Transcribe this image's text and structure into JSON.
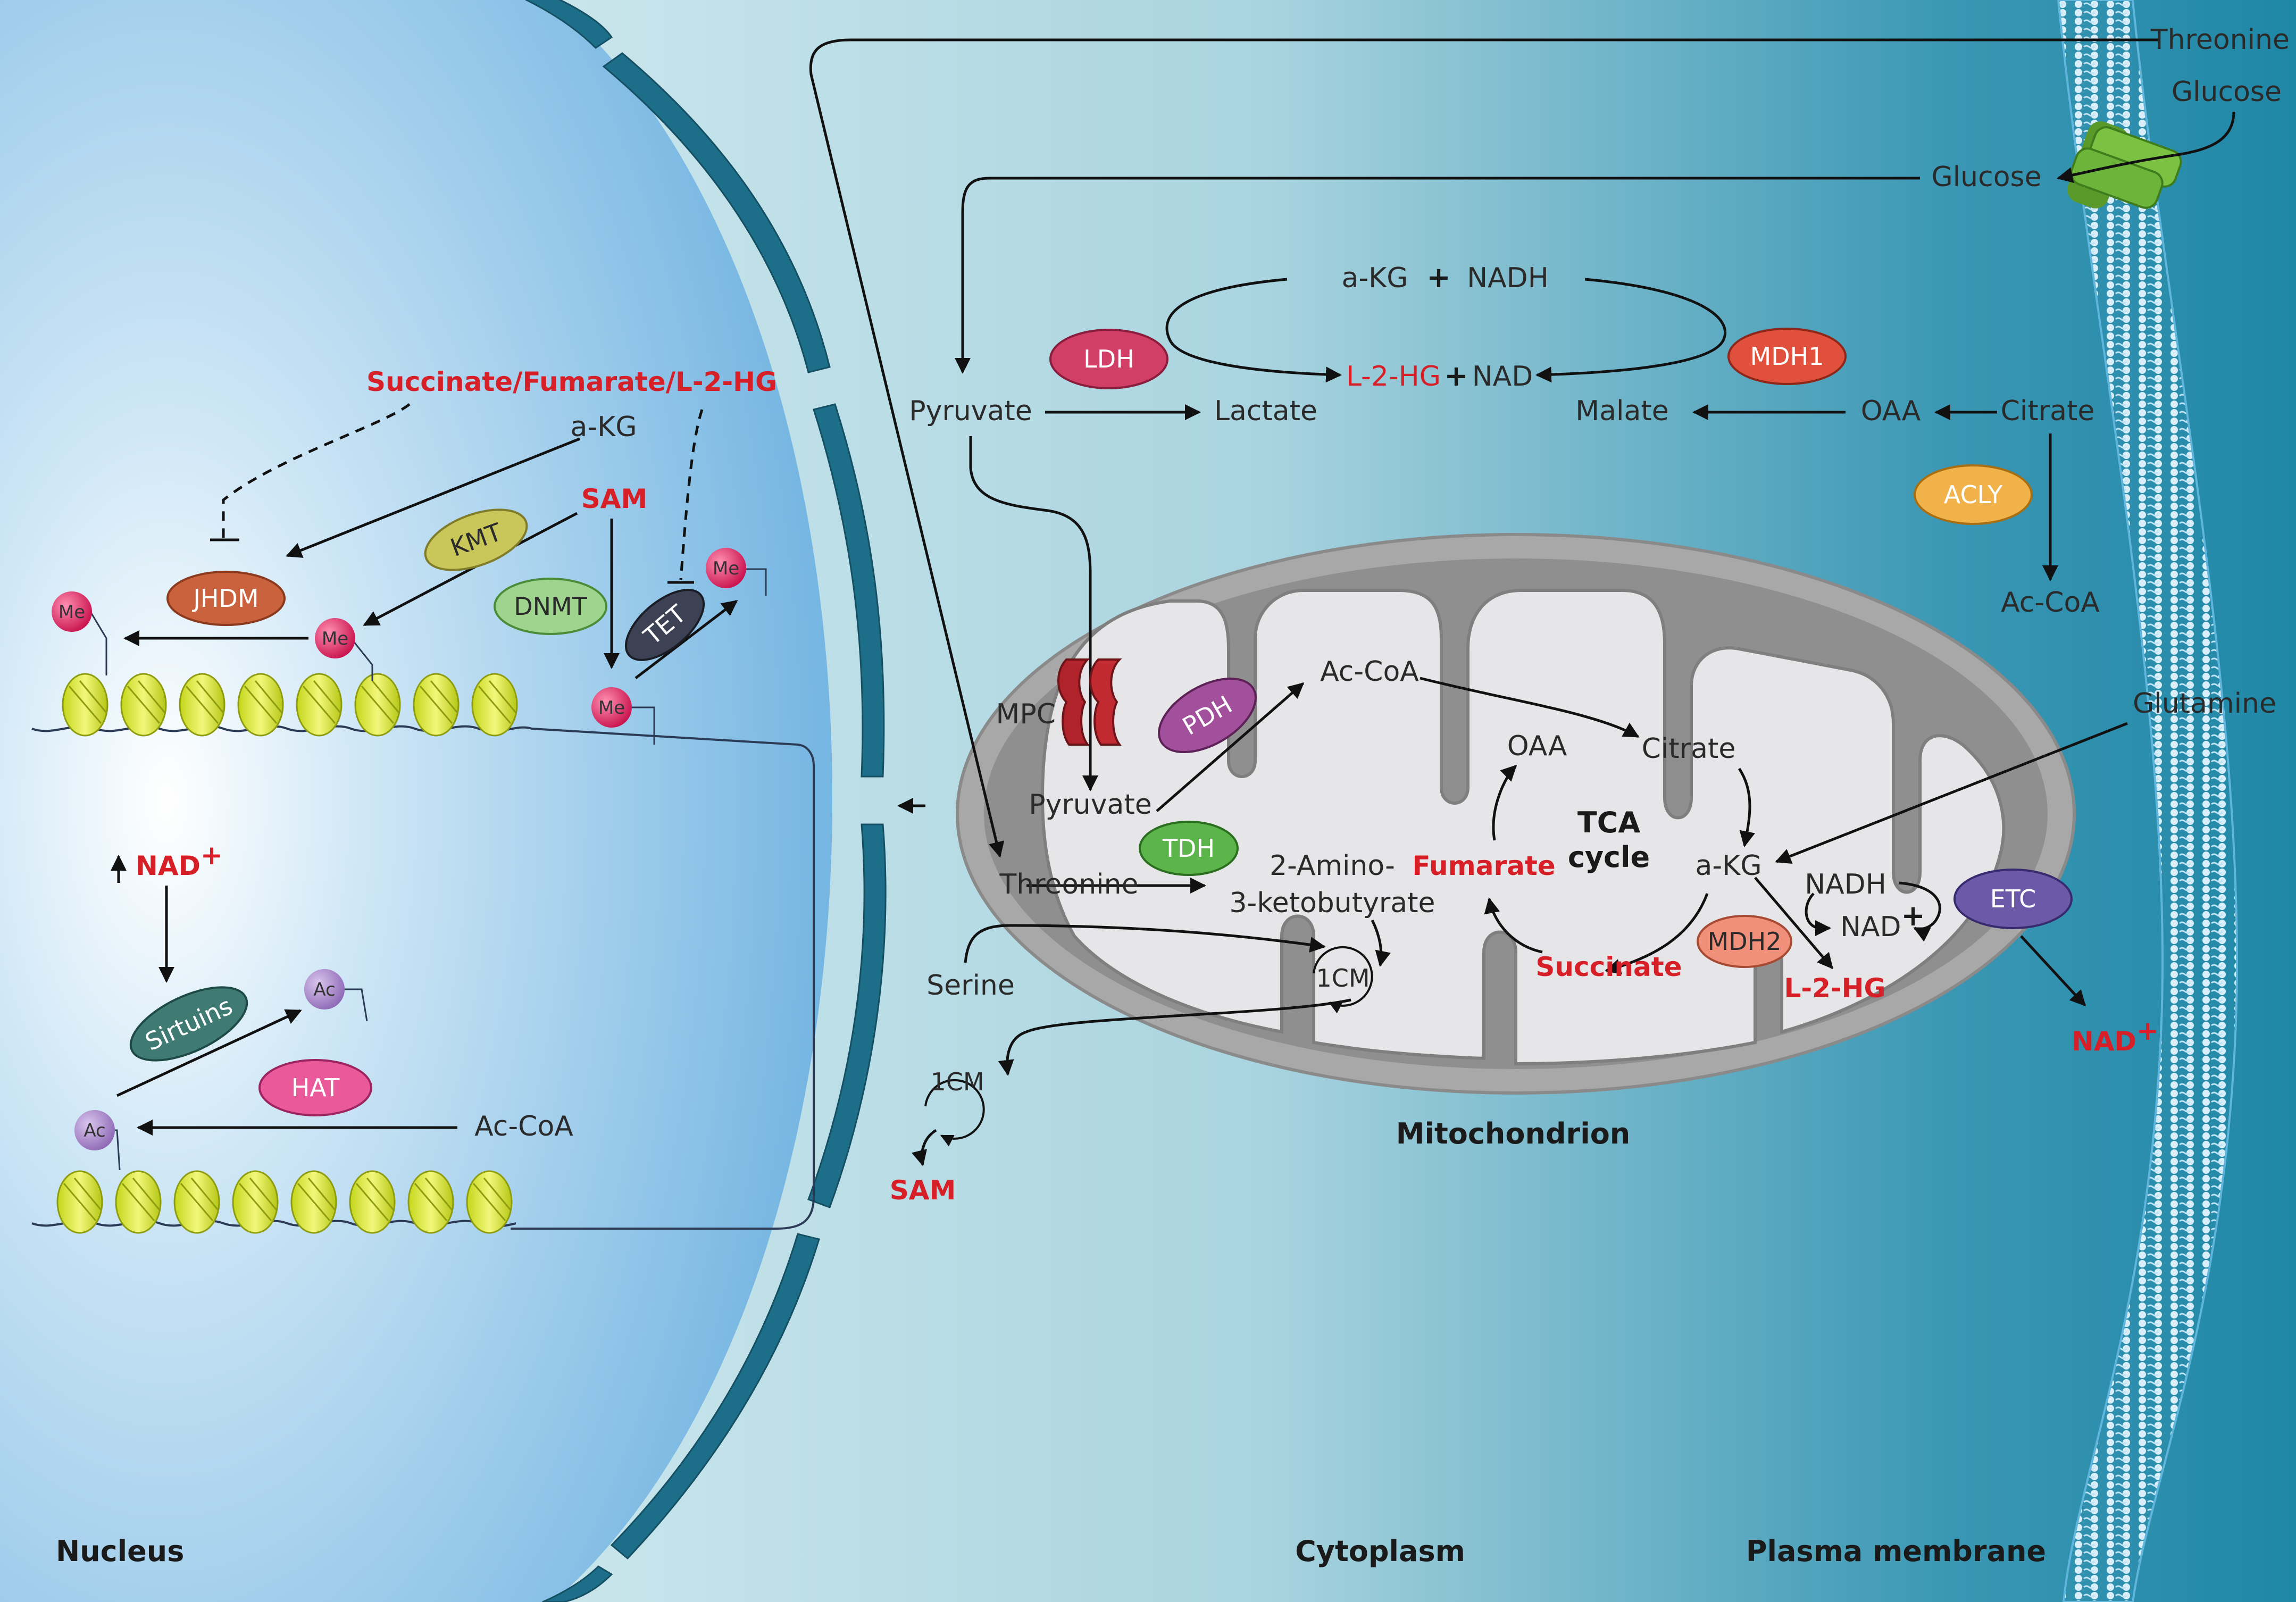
{
  "regions": {
    "nucleus": "Nucleus",
    "cytoplasm": "Cytoplasm",
    "plasma_membrane": "Plasma membrane",
    "mitochondrion": "Mitochondrion"
  },
  "nucleus": {
    "inhibitors": "Succinate/Fumarate/L-2-HG",
    "akg": "a-KG",
    "sam": "SAM",
    "nad_plus": "NAD",
    "nad_sup": "+",
    "acetyl_coa": "Ac-CoA",
    "enzymes": {
      "jhdm": "JHDM",
      "kmt": "KMT",
      "dnmt": "DNMT",
      "tet": "TET",
      "sirtuins": "Sirtuins",
      "hat": "HAT"
    },
    "marks": {
      "methyl": "Me",
      "acetyl": "Ac"
    }
  },
  "cytoplasm": {
    "threonine_in": "Threonine",
    "glucose_out": "Glucose",
    "glucose_in": "Glucose",
    "akg": "a-KG",
    "plus": "+",
    "nadh": "NADH",
    "pyruvate": "Pyruvate",
    "lactate": "Lactate",
    "l2hg": "L-2-HG",
    "nad": "NAD",
    "malate": "Malate",
    "oaa": "OAA",
    "citrate": "Citrate",
    "acetyl_coa": "Ac-CoA",
    "glutamine": "Glutamine",
    "serine": "Serine",
    "one_cm": "1CM",
    "sam": "SAM",
    "nad_plus": "NAD",
    "nad_sup": "+",
    "enzymes": {
      "ldh": "LDH",
      "mdh1": "MDH1",
      "acly": "ACLY",
      "etc": "ETC"
    }
  },
  "mitochondrion": {
    "mpc": "MPC",
    "pyruvate": "Pyruvate",
    "acetyl_coa": "Ac-CoA",
    "oaa": "OAA",
    "citrate": "Citrate",
    "tca_line1": "TCA",
    "tca_line2": "cycle",
    "fumarate": "Fumarate",
    "akg": "a-KG",
    "succinate": "Succinate",
    "nadh": "NADH",
    "nad_plus": "NAD",
    "nad_sup": "+",
    "l2hg": "L-2-HG",
    "threonine": "Threonine",
    "amino_line1": "2-Amino-",
    "amino_line2": "3-ketobutyrate",
    "one_cm": "1CM",
    "enzymes": {
      "pdh": "PDH",
      "tdh": "TDH",
      "mdh2": "MDH2"
    }
  },
  "colors": {
    "nucleus_blue": "#6fb3e0",
    "envelope": "#1e6f8a",
    "membrane_teal": "#2a8cab",
    "nucleosome": "#d9e83a",
    "methyl_mark": "#e2265f",
    "acetyl_mark": "#a987c8",
    "red_text": "#d71f27",
    "mpc_red": "#b0232a",
    "transporter_green": "#7bc142"
  }
}
